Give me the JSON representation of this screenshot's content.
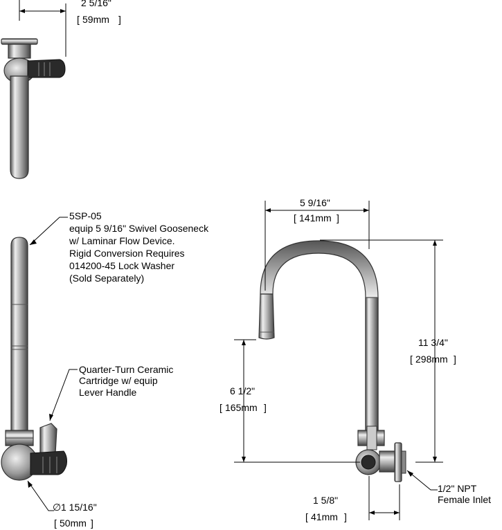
{
  "dimensions": {
    "top_width": {
      "imperial": "2 5/16\"",
      "metric": "59mm"
    },
    "spout_reach": {
      "imperial": "5 9/16\"",
      "metric": "141mm"
    },
    "overall_height": {
      "imperial": "11 3/4\"",
      "metric": "298mm"
    },
    "spout_height": {
      "imperial": "6 1/2\"",
      "metric": "165mm"
    },
    "body_offset": {
      "imperial": "1 5/8\"",
      "metric": "41mm"
    },
    "body_diameter": {
      "imperial": "1 15/16\"",
      "metric": "50mm",
      "symbol": "∅"
    }
  },
  "callouts": {
    "gooseneck": [
      "5SP-05",
      "equip 5 9/16\" Swivel Gooseneck",
      "w/ Laminar Flow Device.",
      "Rigid Conversion Requires",
      "014200-45 Lock Washer",
      "(Sold Separately)"
    ],
    "cartridge": [
      "Quarter-Turn Ceramic",
      "Cartridge w/ equip",
      "Lever Handle"
    ],
    "inlet": [
      "1/2\" NPT",
      "Female Inlet"
    ]
  }
}
